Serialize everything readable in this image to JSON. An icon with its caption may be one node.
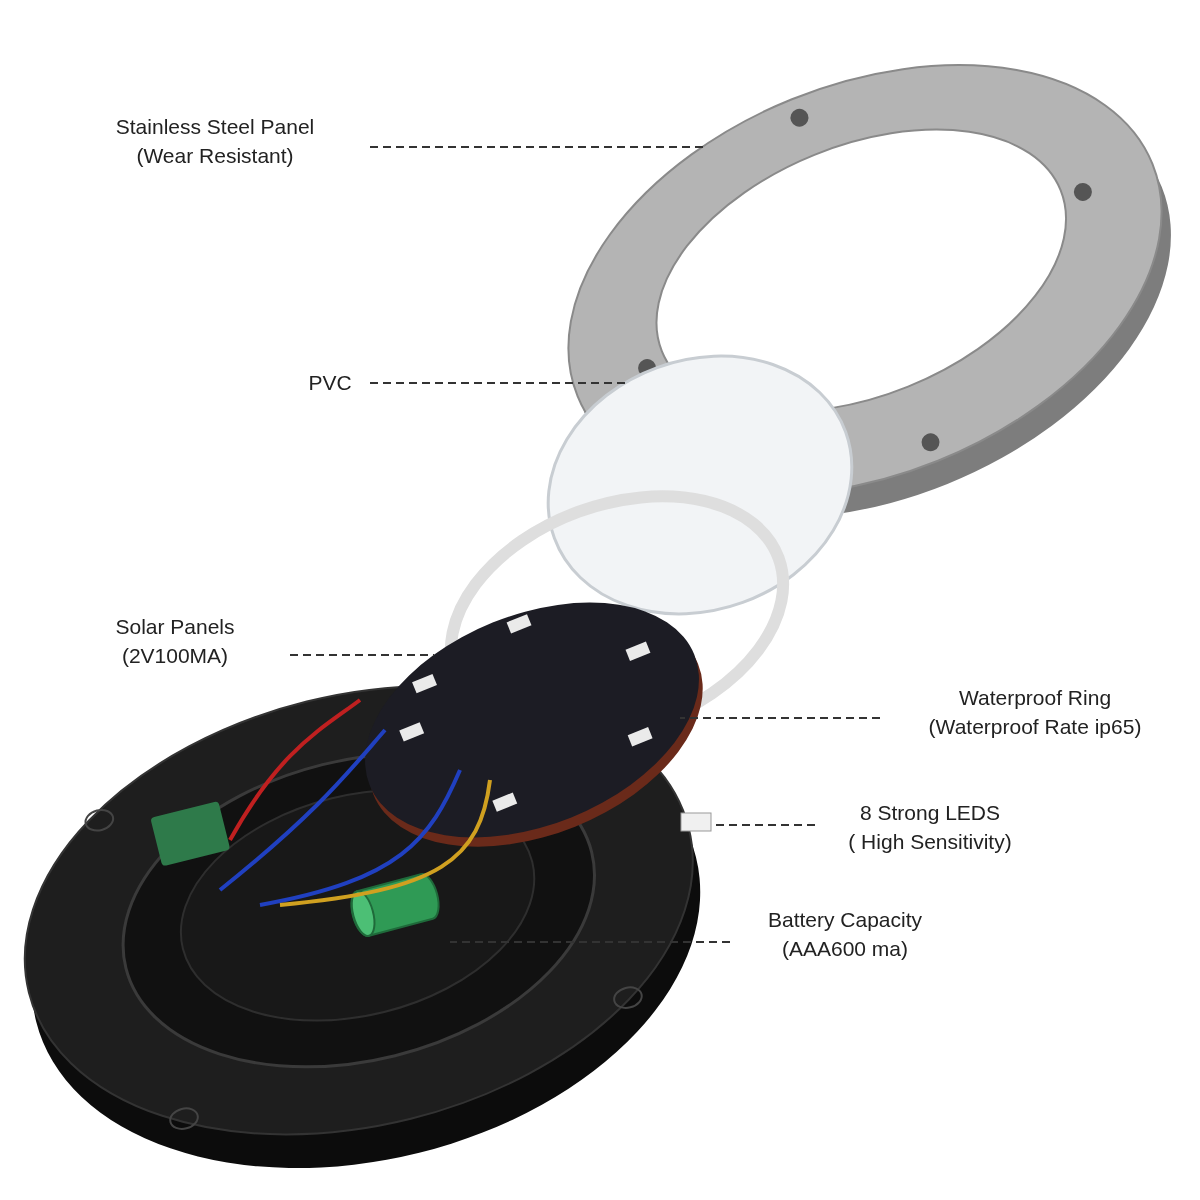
{
  "diagram": {
    "nodes": [
      {
        "text": [
          "Stainless Steel Panel",
          "(Wear Resistant)"
        ]
      },
      {
        "text": [],
        "shape": "picture"
      },
      {
        "text": [
          "PVC"
        ]
      },
      {
        "text": [],
        "shape": "circle"
      },
      {
        "text": [
          "Solar Panels",
          "(2V100MA)"
        ]
      },
      {
        "text": [],
        "shape": "picture"
      },
      {
        "text": [
          "Waterproof Ring",
          "(Waterproof Rate ip65)"
        ]
      },
      {
        "text": [],
        "shape": "picture"
      },
      {
        "text": [
          "8 Strong LEDS",
          "( High Sensitivity)"
        ]
      },
      {
        "text": [],
        "shape": "box",
        "in": 5
      },
      {
        "text": [
          "Battery Capacity",
          "(AAA600 ma)"
        ]
      },
      {
        "text": [],
        "shape": "cylinder"
      }
    ],
    "edges": [
      {
        "from": 0,
        "to": 1,
        "arrow": "none",
        "style": "dashed"
      },
      {
        "from": 2,
        "to": 3,
        "arrow": "none",
        "style": "dashed"
      },
      {
        "from": 4,
        "to": 5,
        "arrow": "none",
        "style": "dashed"
      },
      {
        "from": 6,
        "to": 7,
        "arrow": "none",
        "style": "dashed"
      },
      {
        "from": 8,
        "to": 9,
        "arrow": "none",
        "style": "dashed"
      },
      {
        "from": 10,
        "to": 11,
        "arrow": "none",
        "style": "dashed"
      }
    ]
  }
}
